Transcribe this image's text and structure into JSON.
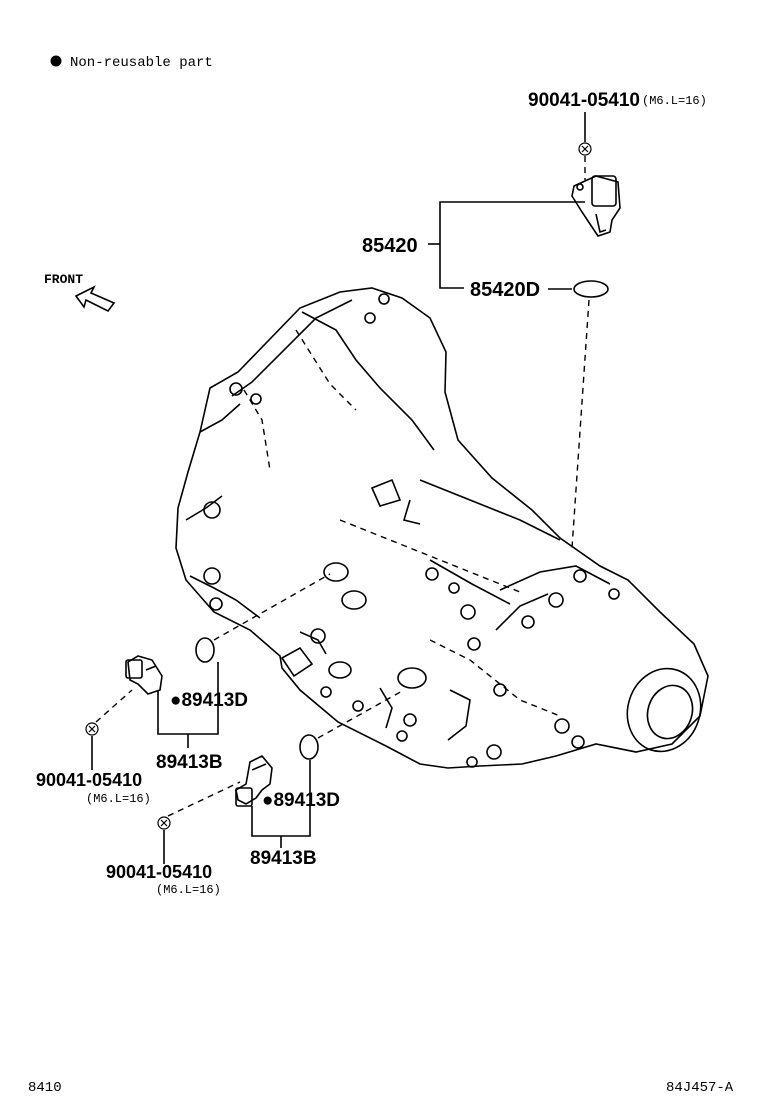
{
  "legend": {
    "symbol": "●",
    "text": "Non-reusable part"
  },
  "front_label": "FRONT",
  "parts": {
    "top_bolt": {
      "number": "90041-05410",
      "spec": "(M6.L=16)"
    },
    "sensor_assy": "85420",
    "sensor_gasket": "85420D",
    "left_sensor_oring": "●89413D",
    "left_sensor_assy": "89413B",
    "left_bolt": {
      "number": "90041-05410",
      "spec": "(M6.L=16)"
    },
    "right_sensor_oring": "●89413D",
    "right_sensor_assy": "89413B",
    "right_bolt": {
      "number": "90041-05410",
      "spec": "(M6.L=16)"
    }
  },
  "footer": {
    "left_code": "8410",
    "right_code": "84J457-A"
  }
}
